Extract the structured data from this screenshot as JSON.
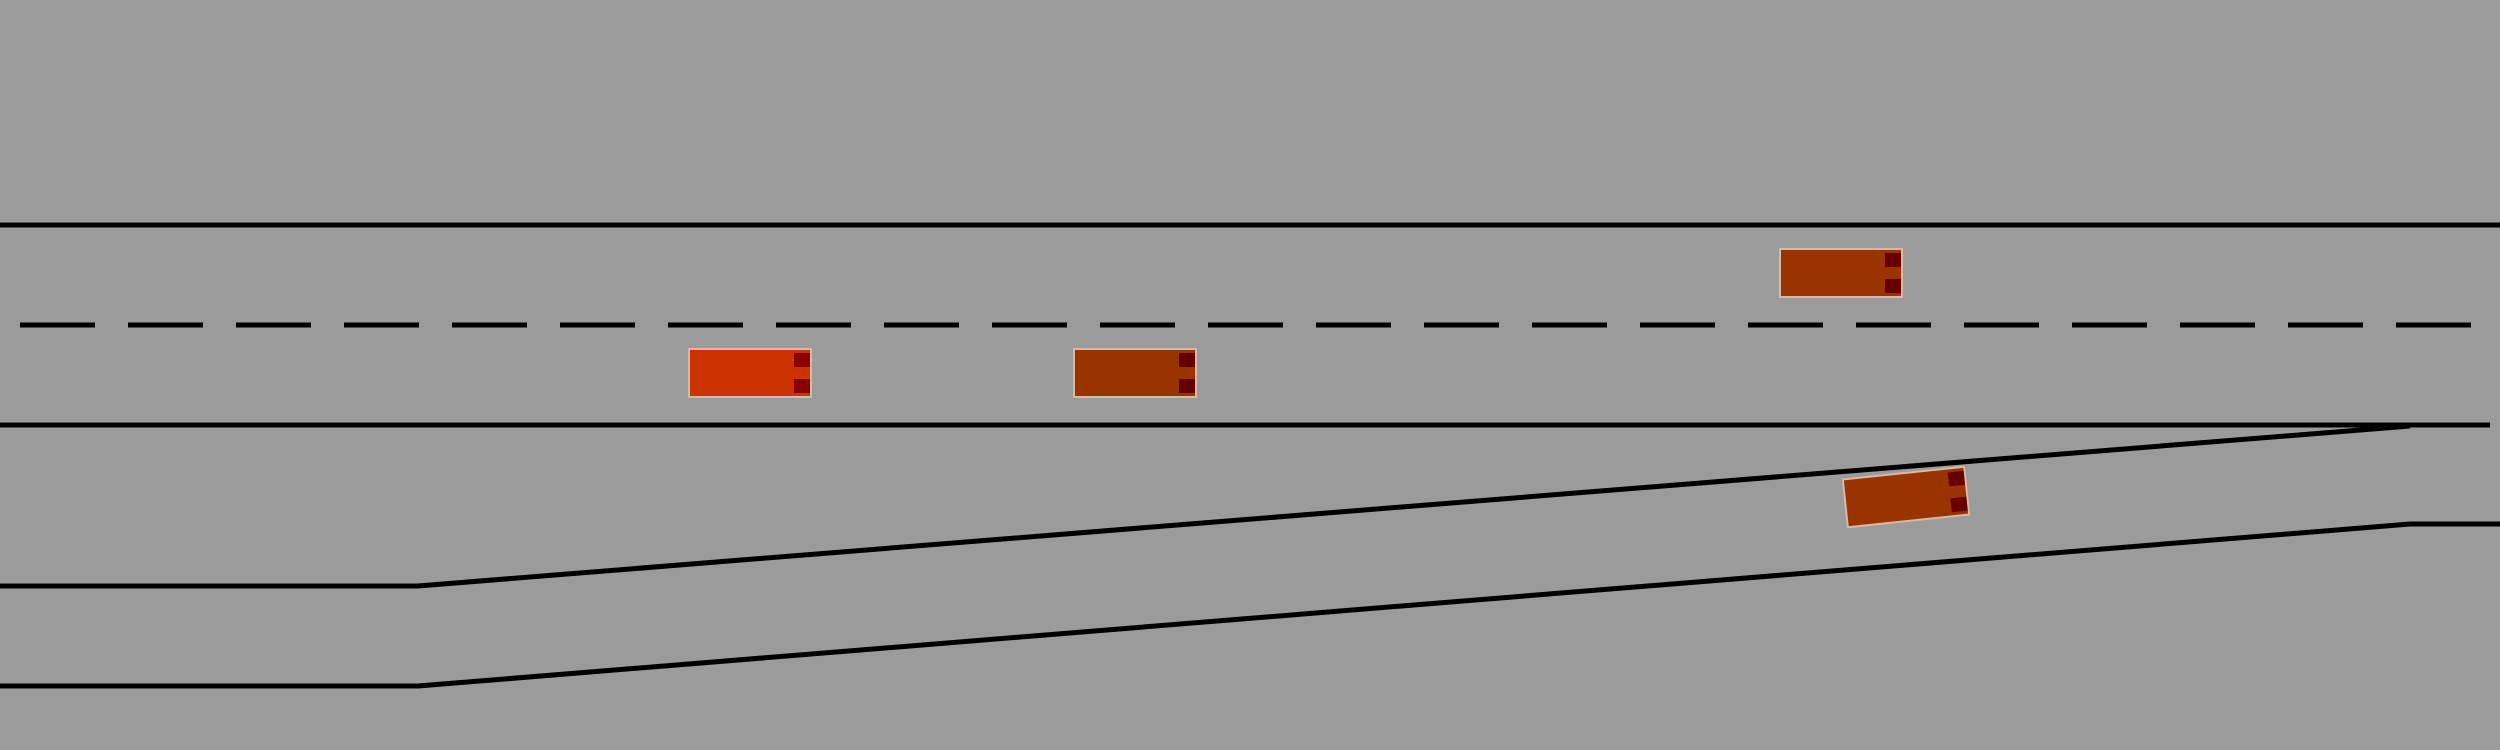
{
  "scene": {
    "type": "highway-merge-simulation",
    "colors": {
      "background": "#9b9b9b",
      "lane_line": "#000000",
      "ego_vehicle_body": "#cc3300",
      "ego_vehicle_lights": "#8b0000",
      "other_vehicle_body": "#993300",
      "other_vehicle_lights": "#660000",
      "vehicle_outline": "#d8b8a8"
    },
    "road": {
      "main_lanes": 2,
      "on_ramp": true,
      "lane_divider_style": "dashed"
    },
    "vehicles": [
      {
        "id": "ego",
        "role": "ego-vehicle",
        "lane": "main-lower",
        "heading": "right"
      },
      {
        "id": "v1",
        "role": "other-vehicle",
        "lane": "main-lower",
        "heading": "right"
      },
      {
        "id": "v2",
        "role": "other-vehicle",
        "lane": "main-upper",
        "heading": "right"
      },
      {
        "id": "v3",
        "role": "other-vehicle",
        "lane": "on-ramp",
        "heading": "right"
      }
    ]
  }
}
